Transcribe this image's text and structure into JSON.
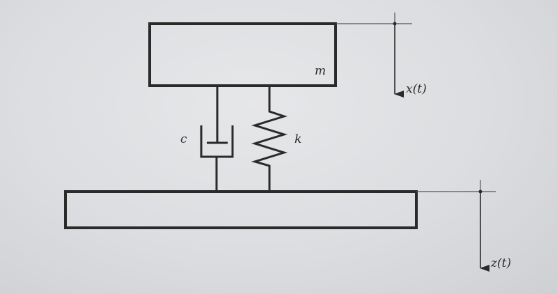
{
  "labels": {
    "mass": "m",
    "damper": "c",
    "spring": "k",
    "x_var": "x",
    "z_var": "z",
    "t_var": "t",
    "open_paren": "(",
    "close_paren": ")"
  },
  "colors": {
    "paper": "#dcdde0",
    "ink": "#2a2a2a",
    "thin_line": "#555555"
  }
}
